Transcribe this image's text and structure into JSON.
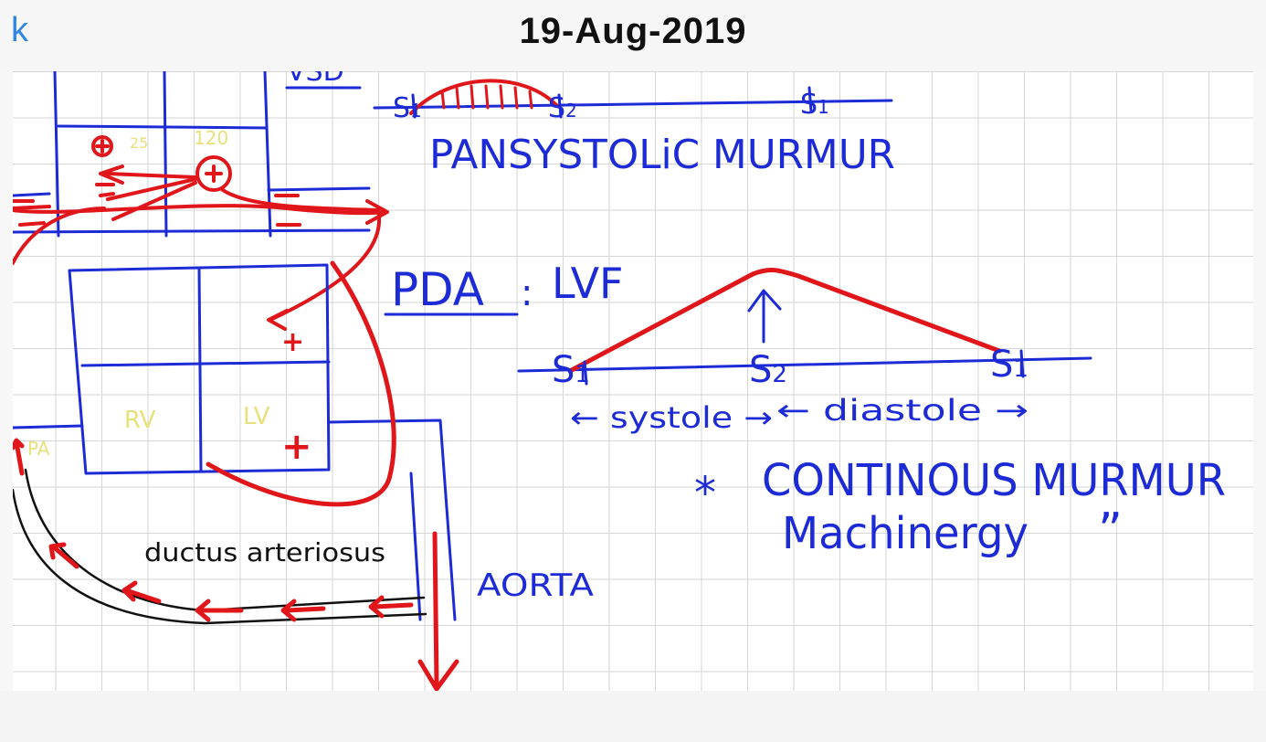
{
  "header": {
    "back_label": "k",
    "title": "19-Aug-2019"
  },
  "note": {
    "vsd_heading": "VSD",
    "s1": "S",
    "s1_sub": "1",
    "s2": "S",
    "s2_sub": "2",
    "pansystolic_label": "PANSYSTOLiC MURMUR",
    "pressure_left": "25",
    "pressure_right": "120",
    "pda_heading": "PDA",
    "pda_colon": ":",
    "lvf_label": "LVF",
    "systole_label": "← systole →",
    "diastole_label": "← diastole →",
    "star": "*",
    "continuous_label": "CONTINOUS MURMUR",
    "machinery_label": "Machinergy",
    "ditto": "”",
    "rv_label": "RV",
    "lv_label": "LV",
    "pa_label": "PA",
    "ductus_label": "ductus arteriosus",
    "aorta_label": "AORTA",
    "plus": "+",
    "plus_circle": "⊕",
    "minus": "−"
  },
  "colors": {
    "ink_blue": "#1c2bd6",
    "ink_red": "#e0161a",
    "ink_yellow": "#e8e07a",
    "ink_black": "#111111",
    "back_link": "#2e86de"
  }
}
